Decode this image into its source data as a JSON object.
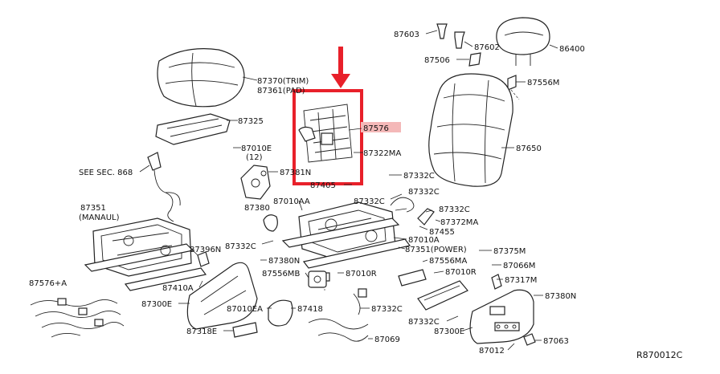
{
  "diagram": {
    "reference_code": "R870012C",
    "highlight": {
      "part": "87576",
      "box_color": "#e8202a",
      "label_highlight_color": "#f4b8b8"
    },
    "labels": [
      {
        "id": "87603",
        "text": "87603"
      },
      {
        "id": "87602",
        "text": "87602"
      },
      {
        "id": "86400",
        "text": "86400"
      },
      {
        "id": "87506",
        "text": "87506"
      },
      {
        "id": "87556m-top",
        "text": "87556M"
      },
      {
        "id": "87370",
        "text": "87370(TRIM)"
      },
      {
        "id": "87361",
        "text": "87361(PAD)"
      },
      {
        "id": "87325",
        "text": "87325"
      },
      {
        "id": "87576",
        "text": "87576"
      },
      {
        "id": "87650",
        "text": "87650"
      },
      {
        "id": "87010e",
        "text": "87010E"
      },
      {
        "id": "87010e-qty",
        "text": "(12)"
      },
      {
        "id": "87322ma",
        "text": "87322MA"
      },
      {
        "id": "see-sec",
        "text": "SEE SEC. 868"
      },
      {
        "id": "87381n",
        "text": "87381N"
      },
      {
        "id": "87332c-a",
        "text": "87332C"
      },
      {
        "id": "87405",
        "text": "87405"
      },
      {
        "id": "87332c-b",
        "text": "87332C"
      },
      {
        "id": "87332c-c",
        "text": "87332C"
      },
      {
        "id": "87351-manual",
        "text": "87351"
      },
      {
        "id": "manual-tag",
        "text": "(MANAUL)"
      },
      {
        "id": "87010aa",
        "text": "87010AA"
      },
      {
        "id": "87332c-d",
        "text": "87332C"
      },
      {
        "id": "87380",
        "text": "87380"
      },
      {
        "id": "87372ma",
        "text": "87372MA"
      },
      {
        "id": "87455",
        "text": "87455"
      },
      {
        "id": "87010a",
        "text": "87010A"
      },
      {
        "id": "87396n",
        "text": "87396N"
      },
      {
        "id": "87332c-e",
        "text": "87332C"
      },
      {
        "id": "87351-power",
        "text": "87351(POWER)"
      },
      {
        "id": "87375m",
        "text": "87375M"
      },
      {
        "id": "87380n-a",
        "text": "87380N"
      },
      {
        "id": "87556ma",
        "text": "87556MA"
      },
      {
        "id": "87066m",
        "text": "87066M"
      },
      {
        "id": "87576a",
        "text": "87576+A"
      },
      {
        "id": "87410a",
        "text": "87410A"
      },
      {
        "id": "87556mb",
        "text": "87556MB"
      },
      {
        "id": "87010r-a",
        "text": "87010R"
      },
      {
        "id": "87010r-b",
        "text": "87010R"
      },
      {
        "id": "87317m",
        "text": "87317M"
      },
      {
        "id": "87300e-a",
        "text": "87300E"
      },
      {
        "id": "87010ea",
        "text": "87010EA"
      },
      {
        "id": "87418",
        "text": "87418"
      },
      {
        "id": "87332c-f",
        "text": "87332C"
      },
      {
        "id": "87380n-b",
        "text": "87380N"
      },
      {
        "id": "87332c-g",
        "text": "87332C"
      },
      {
        "id": "87318e",
        "text": "87318E"
      },
      {
        "id": "87300e-b",
        "text": "87300E"
      },
      {
        "id": "87069",
        "text": "87069"
      },
      {
        "id": "87063",
        "text": "87063"
      },
      {
        "id": "87012",
        "text": "87012"
      }
    ]
  }
}
